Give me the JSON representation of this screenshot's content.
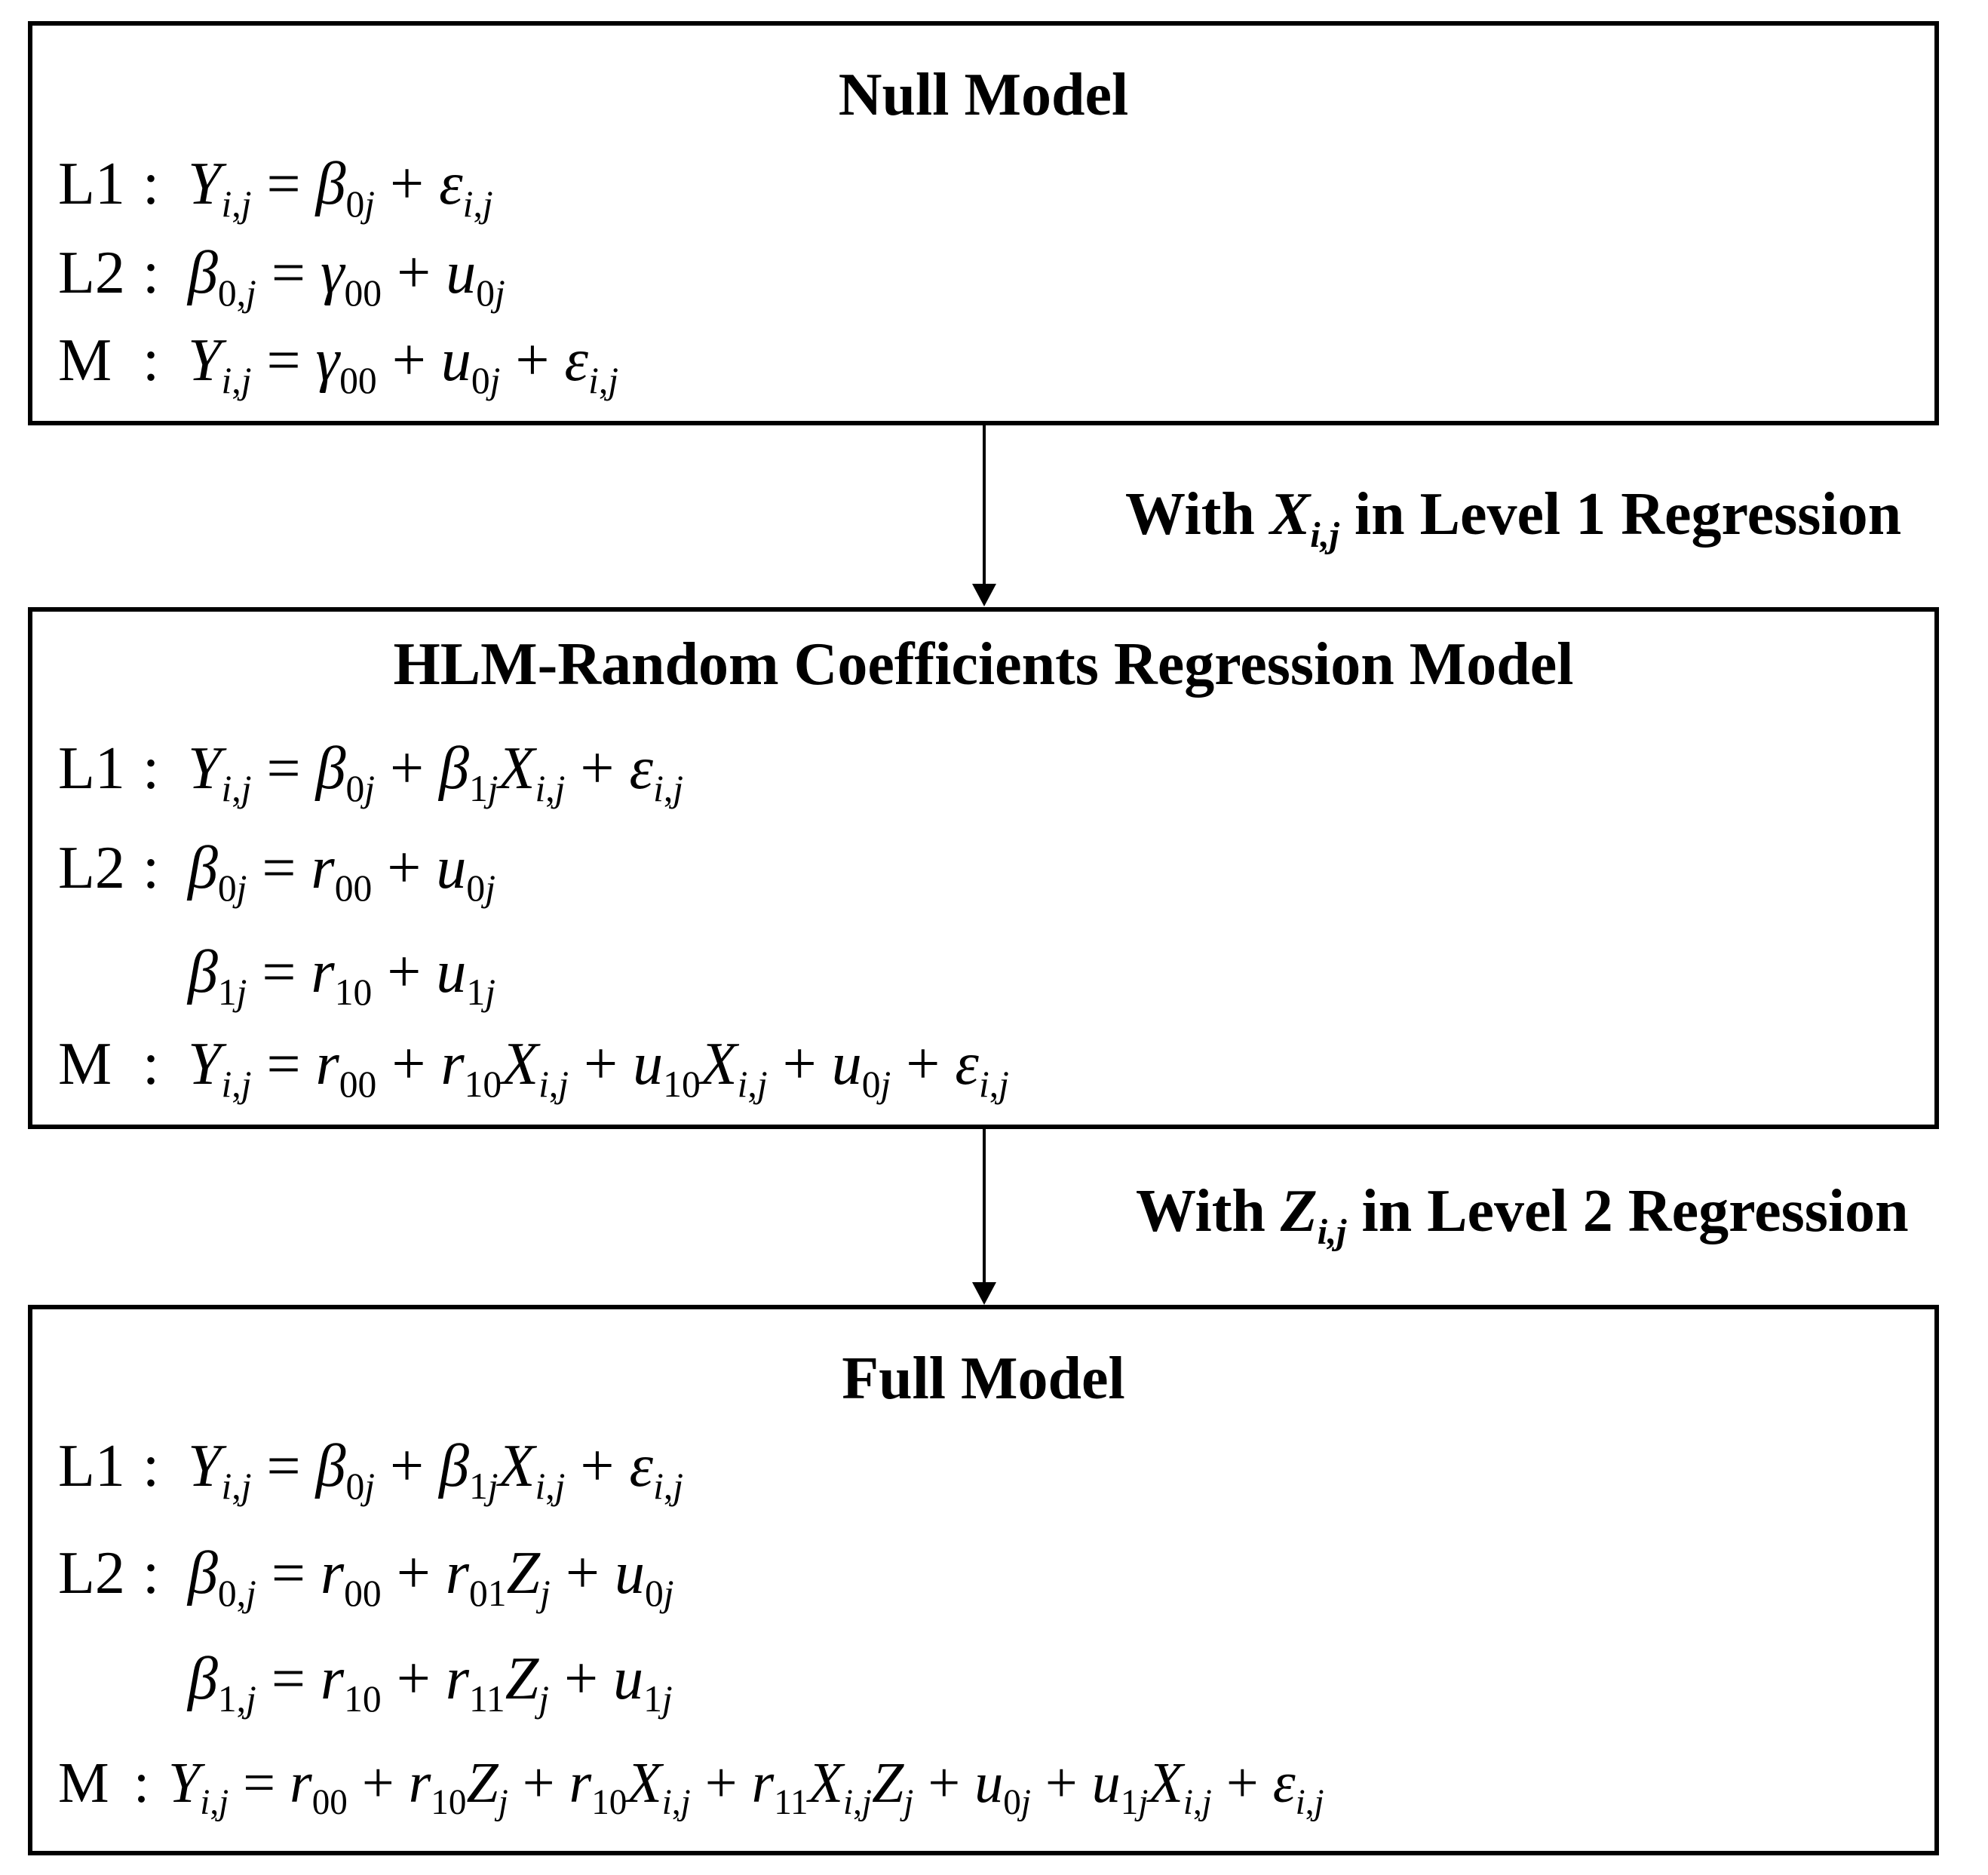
{
  "null_model": {
    "title": "Null Model",
    "equations": [
      {
        "label": "L1",
        "text": "Y_{i,j} = β_{0j} + ε_{i,j}"
      },
      {
        "label": "L2",
        "text": "β_{0,j} = γ_{00} + u_{0j}"
      },
      {
        "label": "M",
        "text": "Y_{i,j} = γ_{00} + u_{0j} + ε_{i,j}"
      }
    ]
  },
  "transition_1": {
    "prefix": "With",
    "variable": "X",
    "subscript": "i,j",
    "suffix": "in Level 1 Regression"
  },
  "random_coefficients_model": {
    "title": "HLM-Random Coefficients Regression Model",
    "equations": [
      {
        "label": "L1",
        "text": "Y_{i,j} = β_{0j} + β_{1j}X_{i,j} + ε_{i,j}"
      },
      {
        "label": "L2",
        "text": "β_{0j} = r_{00} + u_{0j}"
      },
      {
        "label": "",
        "text": "β_{1j} = r_{10} + u_{1j}"
      },
      {
        "label": "M",
        "text": "Y_{i,j} = r_{00} + r_{10}X_{i,j} + u_{10}X_{i,j} + u_{0j} + ε_{i,j}"
      }
    ]
  },
  "transition_2": {
    "prefix": "With",
    "variable": "Z",
    "subscript": "i,j",
    "suffix": "in Level 2 Regression"
  },
  "full_model": {
    "title": "Full Model",
    "equations": [
      {
        "label": "L1",
        "text": "Y_{i,j} = β_{0j} + β_{1j}X_{i,j} + ε_{i,j}"
      },
      {
        "label": "L2",
        "text": "β_{0,j} = r_{00} + r_{01}Z_{j} + u_{0j}"
      },
      {
        "label": "",
        "text": "β_{1,j} = r_{10} + r_{11}Z_{j} + u_{1j}"
      },
      {
        "label": "M",
        "text": "Y_{i,j} = r_{00} + r_{10}Z_{j} + r_{10}X_{i,j} + r_{11}X_{i,j}Z_{j} + u_{0j} + u_{1j}X_{i,j} + ε_{i,j}"
      }
    ]
  }
}
